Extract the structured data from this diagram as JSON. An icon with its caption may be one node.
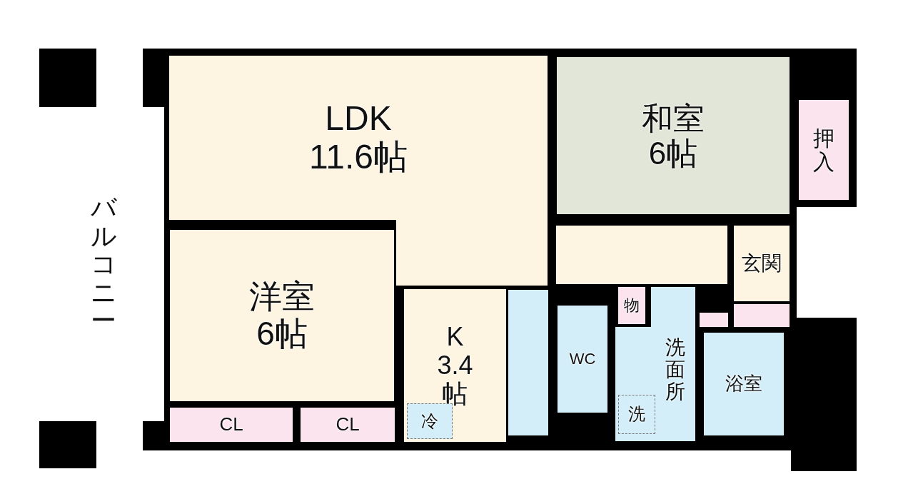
{
  "diagram": {
    "nodes": [
      {
        "text": [
          "バルコニー"
        ]
      },
      {
        "text": [
          "LDK",
          "11.6帖"
        ]
      },
      {
        "text": [
          "和室",
          "6帖"
        ]
      },
      {
        "text": [
          "押入"
        ]
      },
      {
        "text": [
          "洋室",
          "6帖"
        ]
      },
      {
        "text": [
          "玄関"
        ]
      },
      {
        "text": [
          "K",
          "3.4帖"
        ]
      },
      {
        "text": [
          "冷"
        ],
        "in": 6
      },
      {
        "text": [
          "WC"
        ]
      },
      {
        "text": [
          "物"
        ]
      },
      {
        "text": [
          "洗面所"
        ]
      },
      {
        "text": [
          "洗"
        ],
        "in": 10
      },
      {
        "text": [
          "浴室"
        ]
      },
      {
        "text": [
          "CL"
        ]
      },
      {
        "text": [
          "CL"
        ]
      }
    ]
  }
}
